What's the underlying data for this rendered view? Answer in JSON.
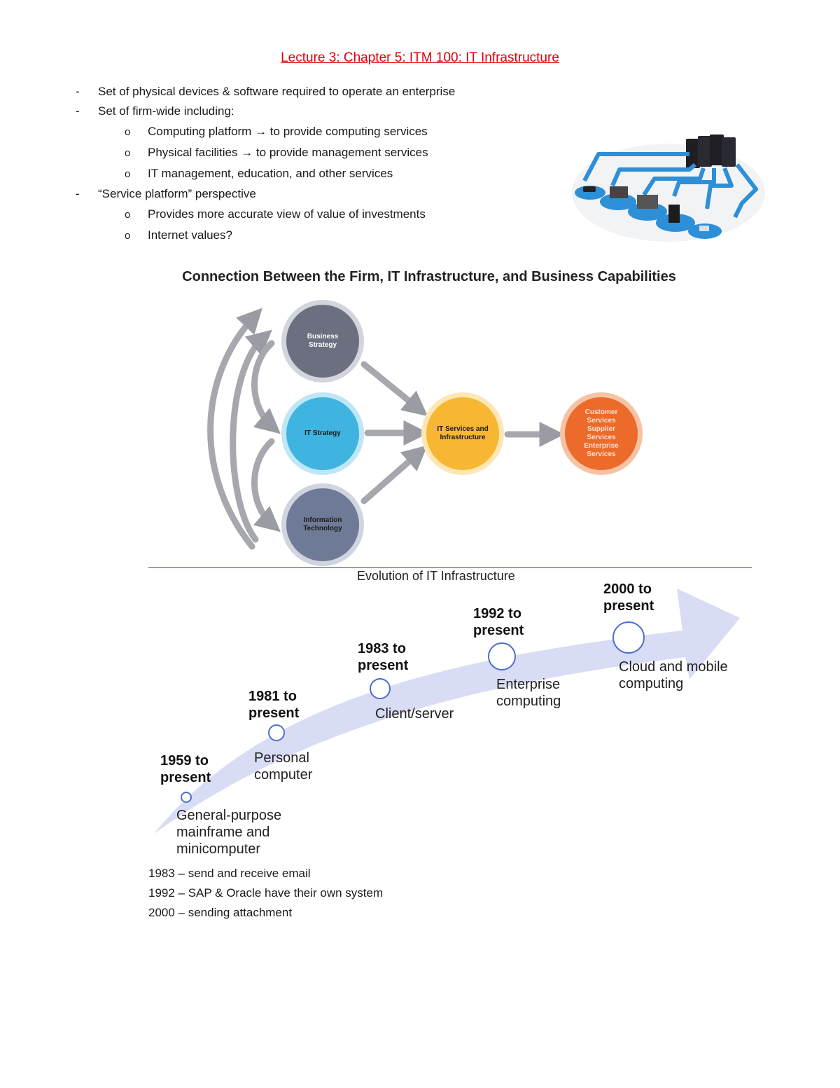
{
  "doc_title": "Lecture 3: Chapter 5: ITM 100: IT Infrastructure",
  "bullets": [
    {
      "marker": "-",
      "text": "Set of physical devices & software required to operate an enterprise"
    },
    {
      "marker": "-",
      "text": "Set of firm-wide including:"
    },
    {
      "marker": "o",
      "text": "Computing platform → to provide computing services"
    },
    {
      "marker": "o",
      "text": "Physical facilities → to provide management services"
    },
    {
      "marker": "o",
      "text": "IT management, education, and other services"
    },
    {
      "marker": "-",
      "text": "“Service platform” perspective"
    },
    {
      "marker": "o",
      "text": "Provides more accurate view of value of investments"
    },
    {
      "marker": "o",
      "text": "Internet values?"
    }
  ],
  "diagram": {
    "title": "Connection Between the Firm, IT Infrastructure, and Business Capabilities",
    "business_strategy": "Business Strategy",
    "it_strategy": "IT Strategy",
    "information_technology": "Information Technology",
    "it_services": "IT Services and Infrastructure",
    "capabilities": [
      "Customer Services",
      "Supplier Services",
      "Enterprise Services"
    ]
  },
  "evolution": {
    "title": "Evolution of IT Infrastructure",
    "eras": [
      {
        "period": "1959 to present",
        "desc": "General-purpose mainframe and minicomputer"
      },
      {
        "period": "1981 to present",
        "desc": "Personal computer"
      },
      {
        "period": "1983 to present",
        "desc": "Client/server"
      },
      {
        "period": "1992 to present",
        "desc": "Enterprise computing"
      },
      {
        "period": "2000 to present",
        "desc": "Cloud and mobile computing"
      }
    ]
  },
  "notes": [
    "1983 – send and receive email",
    "1992 – SAP & Oracle have their own system",
    "2000 – sending attachment"
  ],
  "colors": {
    "title_red": "#e00000",
    "business_strategy": "#6b6f80",
    "it_strategy": "#3fb4e0",
    "information_technology": "#6f7a96",
    "it_services": "#f7b733",
    "capabilities": "#ec6a2a",
    "network_blue": "#2d8fd8",
    "timeline_arrow": "#d9dcf5"
  }
}
